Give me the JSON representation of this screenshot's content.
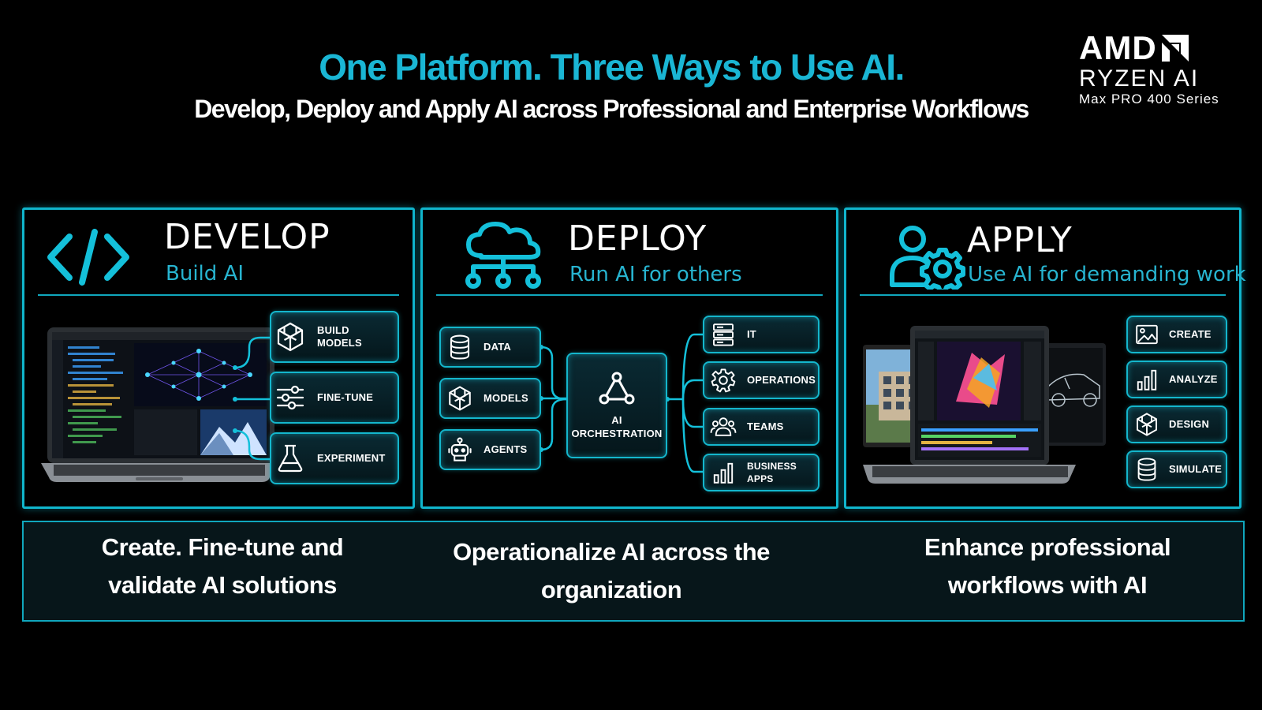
{
  "header": {
    "title": "One Platform. Three Ways to Use AI.",
    "subtitle": "Develop, Deploy and Apply AI across Professional and Enterprise Workflows"
  },
  "brand": {
    "line1": "AMD",
    "line2": "RYZEN AI",
    "line3": "Max PRO 400 Series"
  },
  "colors": {
    "accent": "#1ab6d4",
    "panel_border": "#10b5cc",
    "background": "#000000"
  },
  "develop": {
    "title": "DEVELOP",
    "subtitle": "Build AI",
    "icon": "code-icon",
    "items": [
      {
        "label_line1": "BUILD",
        "label_line2": "MODELS",
        "icon": "cube-icon"
      },
      {
        "label_line1": "FINE-TUNE",
        "label_line2": "",
        "icon": "sliders-icon"
      },
      {
        "label_line1": "EXPERIMENT",
        "label_line2": "",
        "icon": "flask-icon"
      }
    ],
    "caption": [
      "Create. Fine-tune and",
      "validate AI solutions"
    ]
  },
  "deploy": {
    "title": "DEPLOY",
    "subtitle": "Run AI for others",
    "icon": "cloud-network-icon",
    "inputs": [
      {
        "label": "DATA",
        "icon": "database-icon"
      },
      {
        "label": "MODELS",
        "icon": "cube-icon"
      },
      {
        "label": "AGENTS",
        "icon": "robot-icon"
      }
    ],
    "hub": {
      "line1": "AI",
      "line2": "ORCHESTRATION",
      "icon": "network-triangle-icon"
    },
    "outputs": [
      {
        "label": "IT",
        "icon": "server-icon"
      },
      {
        "label": "OPERATIONS",
        "icon": "gear-icon"
      },
      {
        "label": "TEAMS",
        "icon": "team-icon"
      },
      {
        "label": "BUSINESS APPS",
        "icon": "bar-chart-icon"
      }
    ],
    "caption": [
      "Operationalize AI across the",
      "organization"
    ]
  },
  "apply": {
    "title": "APPLY",
    "subtitle": "Use AI for demanding work",
    "icon": "user-gear-icon",
    "items": [
      {
        "label": "CREATE",
        "icon": "image-icon"
      },
      {
        "label": "ANALYZE",
        "icon": "bar-chart-icon"
      },
      {
        "label": "DESIGN",
        "icon": "cube-icon"
      },
      {
        "label": "SIMULATE",
        "icon": "database-icon"
      }
    ],
    "caption": [
      "Enhance professional",
      "workflows with AI"
    ]
  }
}
